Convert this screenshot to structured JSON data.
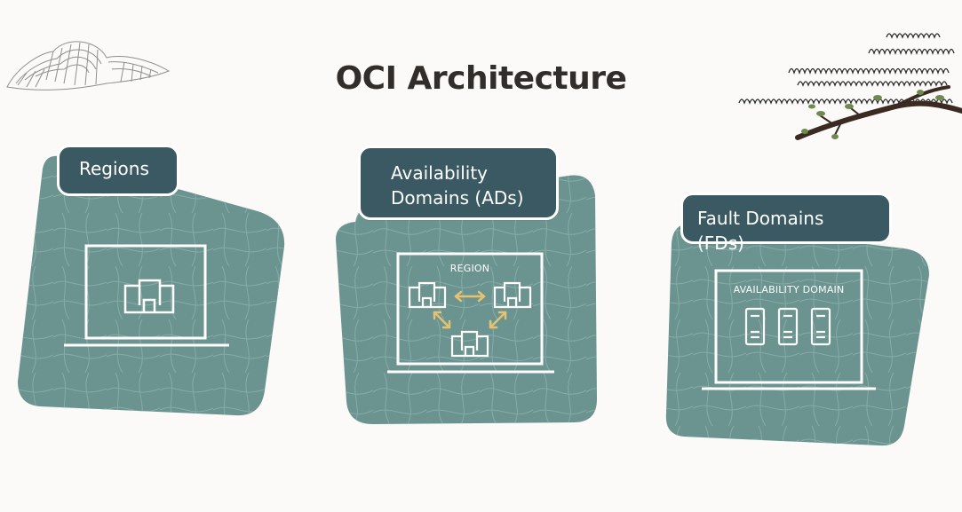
{
  "title": "OCI Architecture",
  "panels": [
    {
      "label": "Regions"
    },
    {
      "label_line1": "Availability",
      "label_line2": "Domains (ADs)",
      "inner_label": "REGION"
    },
    {
      "label": "Fault Domains (FDs)",
      "inner_label": "AVAILABILITY DOMAIN"
    }
  ],
  "colors": {
    "panel": "#6b9490",
    "label_box": "#3a5962",
    "arrow": "#e6c171",
    "title": "#312d2a"
  }
}
